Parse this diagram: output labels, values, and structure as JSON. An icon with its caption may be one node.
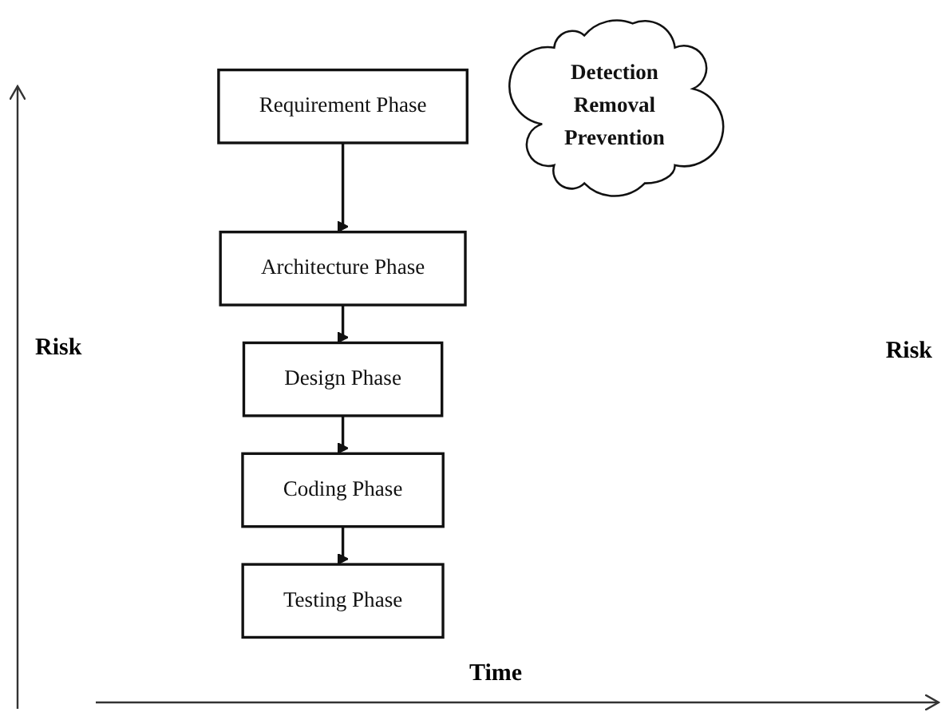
{
  "diagram": {
    "nodes": [
      {
        "text": [
          "Requirement Phase"
        ]
      },
      {
        "text": [
          "Architecture Phase"
        ]
      },
      {
        "text": [
          "Design Phase"
        ]
      },
      {
        "text": [
          "Coding Phase"
        ]
      },
      {
        "text": [
          "Testing Phase"
        ]
      },
      {
        "text": [
          "Detection Removal Prevention"
        ]
      }
    ],
    "edges": [
      {
        "from": 0,
        "to": 1,
        "arrow": "to"
      },
      {
        "from": 1,
        "to": 2,
        "arrow": "to"
      },
      {
        "from": 2,
        "to": 3,
        "arrow": "to"
      },
      {
        "from": 3,
        "to": 4,
        "arrow": "to"
      }
    ],
    "labels": [
      "Risk",
      "Risk",
      "Time"
    ]
  }
}
